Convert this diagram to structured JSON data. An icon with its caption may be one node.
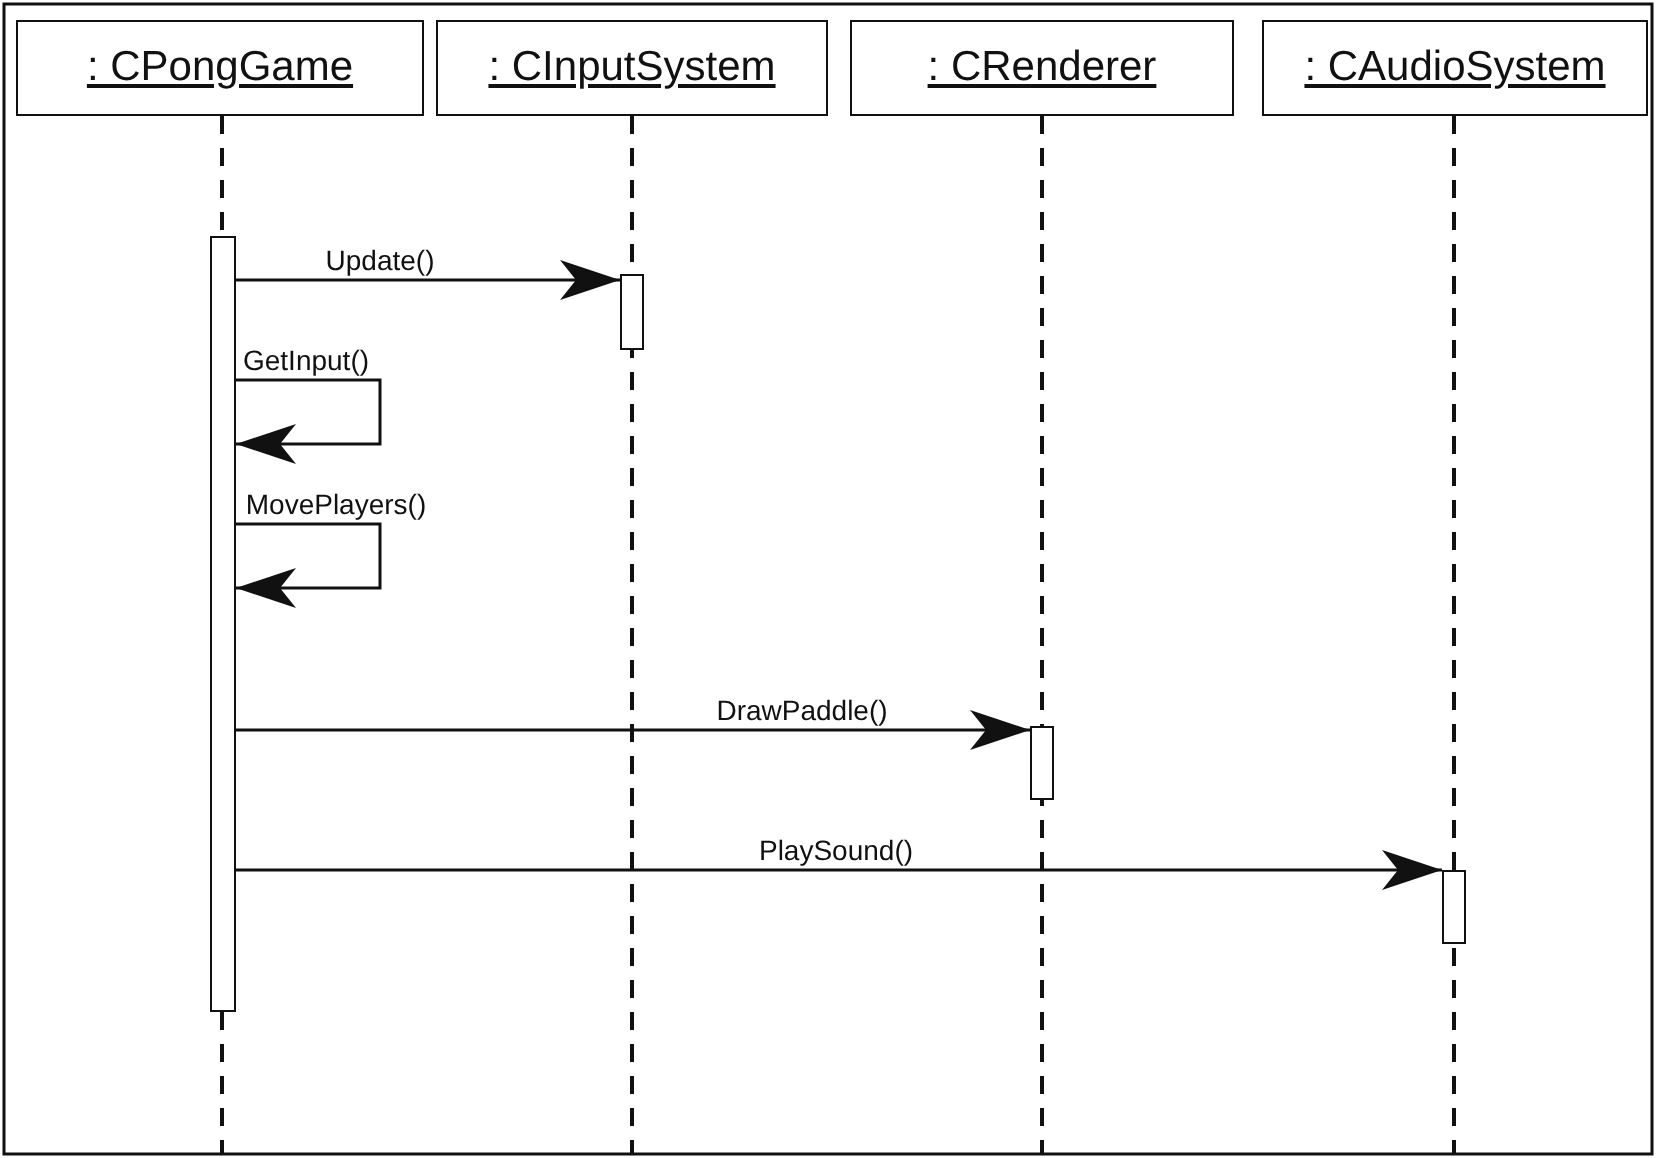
{
  "diagram": {
    "nodes": [
      {
        "text": [
          ": CPongGame"
        ]
      },
      {
        "text": [
          ": CInputSystem"
        ]
      },
      {
        "text": [
          ": CRenderer"
        ]
      },
      {
        "text": [
          ": CAudioSystem"
        ]
      },
      {
        "text": [],
        "shape": "bar"
      },
      {
        "text": [],
        "shape": "bar"
      },
      {
        "text": [],
        "shape": "bar"
      },
      {
        "text": [],
        "shape": "bar"
      }
    ],
    "edges": [
      {
        "from": 4,
        "to": 5,
        "arrow": "to",
        "label": "Update()"
      },
      {
        "from": 4,
        "to": 4,
        "arrow": "to",
        "label": "GetInput()"
      },
      {
        "from": 4,
        "to": 4,
        "arrow": "to",
        "label": "MovePlayers()"
      },
      {
        "from": 4,
        "to": 6,
        "arrow": "to",
        "label": "DrawPaddle()"
      },
      {
        "from": 4,
        "to": 7,
        "arrow": "to",
        "label": "PlaySound()"
      }
    ]
  }
}
